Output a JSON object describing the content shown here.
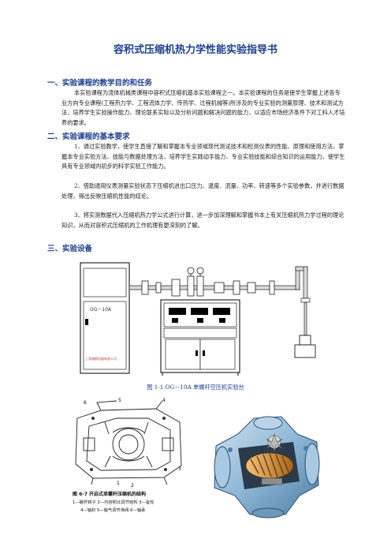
{
  "title": "容积式压缩机热力学性能实验指导书",
  "sections": [
    {
      "heading": "一、实验课程的教学目的和任务",
      "paragraphs": [
        "本实验课程为流体机械类课程中容积式压缩机基本实验课程之一。本实验课程的任务是使学生掌握上述各专业方向专业课程(工程热力学、工程流体力学、传热学、过程机械等)所涉及的专业实验的测量原理、技术和测试方法，培养学生实验操作能力、理论联系实际以及分析问题和解决问题的能力，以适应市场经济条件下对工科人才培养的要求。"
      ]
    },
    {
      "heading": "二、实验课程的基本要求",
      "paragraphs": [
        "1、通过实验教学，使学生直接了解和掌握本专业领域现代测试技术和检测仪表的性能、原理和使用方法，掌握本专业实验方法、技能与数据处理方法，培养学生实践动手能力、专业实验技能和综合知识的运用能力，使学生具有专业领域内初步的科学实验工作能力。",
        "2、借助通用仪表测量实验状态下压缩机进出口压力、温度、流量、功率、转速等多个实验参数，并进行数据处理，得出反映压缩机性能的结论。",
        "3、将实测数据代入压缩机热力学公式进行计算，进一步加深理解和掌握书本上有关压缩机热力学过程的理论知识，从而对容积式压缩机的工作机理有更深刻的了解。"
      ]
    },
    {
      "heading": "三、实验设备",
      "paragraphs": []
    }
  ],
  "figure1": {
    "cabinet_label": "OG－10A",
    "company_label": "上海浦都机器有限公司",
    "caption": "图 1-1   OG－10A 单螺杆空压机实验台"
  },
  "figure2": {
    "caption_title": "图 6-7    开启式单螺杆压缩机的结构",
    "caption_line1": "1—螺杆转子   2—内容积比调节结构   3—星轮",
    "caption_line2": "4—轴封   5—输气调节滑阀   6—轴承",
    "callouts": [
      "1",
      "2",
      "3",
      "4",
      "5",
      "6"
    ]
  },
  "colors": {
    "heading": "#1f3f8f",
    "pipe": "#d9d9d9",
    "casing": "#8fb7d6",
    "rotor": "#c8862a"
  }
}
